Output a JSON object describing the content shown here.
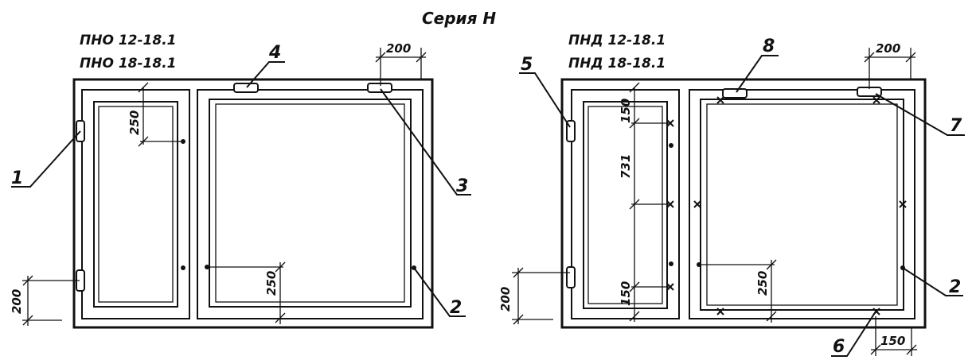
{
  "series_title": "Серия Н",
  "left_panel": {
    "mark_1": "ПНО 12-18.1",
    "mark_2": "ПНО 18-18.1",
    "callouts": {
      "c1": "1",
      "c2": "2",
      "c3": "3",
      "c4": "4"
    },
    "dimensions": {
      "top_right": "200",
      "sash_hinge_top": "250",
      "bottom_left": "200",
      "bottom_center": "250"
    }
  },
  "right_panel": {
    "mark_1": "ПНД 12-18.1",
    "mark_2": "ПНД 18-18.1",
    "callouts": {
      "c2": "2",
      "c5": "5",
      "c6": "6",
      "c7": "7",
      "c8": "8"
    },
    "dimensions": {
      "top_right": "200",
      "sash_top": "150",
      "sash_middle": "731",
      "sash_bottom": "150",
      "bottom_left": "200",
      "bottom_center": "250",
      "bottom_right": "150"
    }
  },
  "colors": {
    "ink": "#111111",
    "paper": "#ffffff"
  }
}
